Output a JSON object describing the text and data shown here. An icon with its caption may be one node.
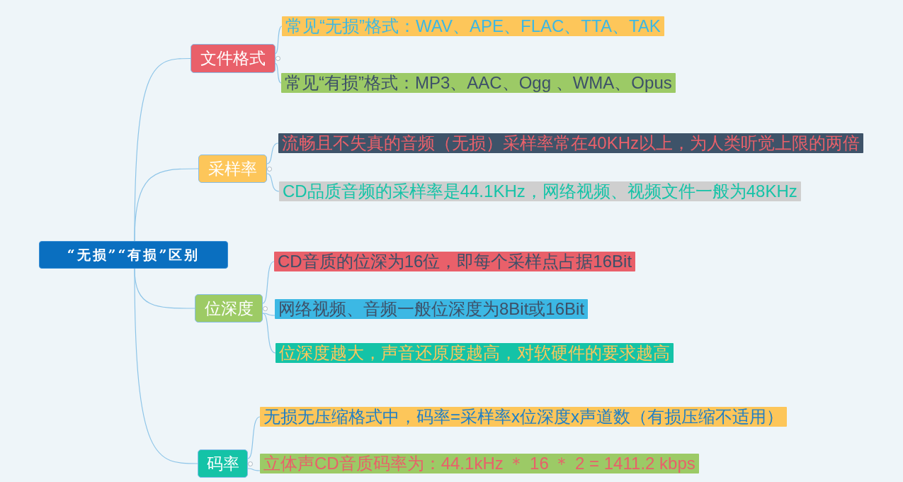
{
  "diagram": {
    "nodes": [
      {
        "text": [
          "“无损”“有损”区别"
        ]
      },
      {
        "text": [
          "文件格式"
        ]
      },
      {
        "text": [
          "常见“无损”格式：WAV、APE、FLAC、TTA、TAK"
        ]
      },
      {
        "text": [
          "常见“有损”格式：MP3、AAC、Ogg 、WMA、Opus"
        ]
      },
      {
        "text": [
          "采样率"
        ]
      },
      {
        "text": [
          "流畅且不失真的音频（无损）采样率常在40KHz以上，为人类听觉上限的两倍"
        ]
      },
      {
        "text": [
          "CD品质音频的采样率是44.1KHz，网络视频、视频文件一般为48KHz"
        ]
      },
      {
        "text": [
          "位深度"
        ]
      },
      {
        "text": [
          "CD音质的位深为16位，即每个采样点占据16Bit"
        ]
      },
      {
        "text": [
          "网络视频、音频一般位深度为8Bit或16Bit"
        ]
      },
      {
        "text": [
          "位深度越大，声音还原度越高，对软硬件的要求越高"
        ]
      },
      {
        "text": [
          "码率"
        ]
      },
      {
        "text": [
          "无损无压缩格式中，码率=采样率x位深度x声道数（有损压缩不适用）"
        ]
      },
      {
        "text": [
          "立体声CD音质码率为：44.1kHz ＊ 16 ＊ 2 = 1411.2 kbps"
        ]
      }
    ],
    "edges": [
      {
        "from": 0,
        "to": 1,
        "arrow": "none"
      },
      {
        "from": 0,
        "to": 4,
        "arrow": "none"
      },
      {
        "from": 0,
        "to": 7,
        "arrow": "none"
      },
      {
        "from": 0,
        "to": 11,
        "arrow": "none"
      },
      {
        "from": 1,
        "to": 2,
        "arrow": "none"
      },
      {
        "from": 1,
        "to": 3,
        "arrow": "none"
      },
      {
        "from": 4,
        "to": 5,
        "arrow": "none"
      },
      {
        "from": 4,
        "to": 6,
        "arrow": "none"
      },
      {
        "from": 7,
        "to": 8,
        "arrow": "none"
      },
      {
        "from": 7,
        "to": 9,
        "arrow": "none"
      },
      {
        "from": 7,
        "to": 10,
        "arrow": "none"
      },
      {
        "from": 11,
        "to": 12,
        "arrow": "none"
      },
      {
        "from": 11,
        "to": 13,
        "arrow": "none"
      }
    ]
  }
}
